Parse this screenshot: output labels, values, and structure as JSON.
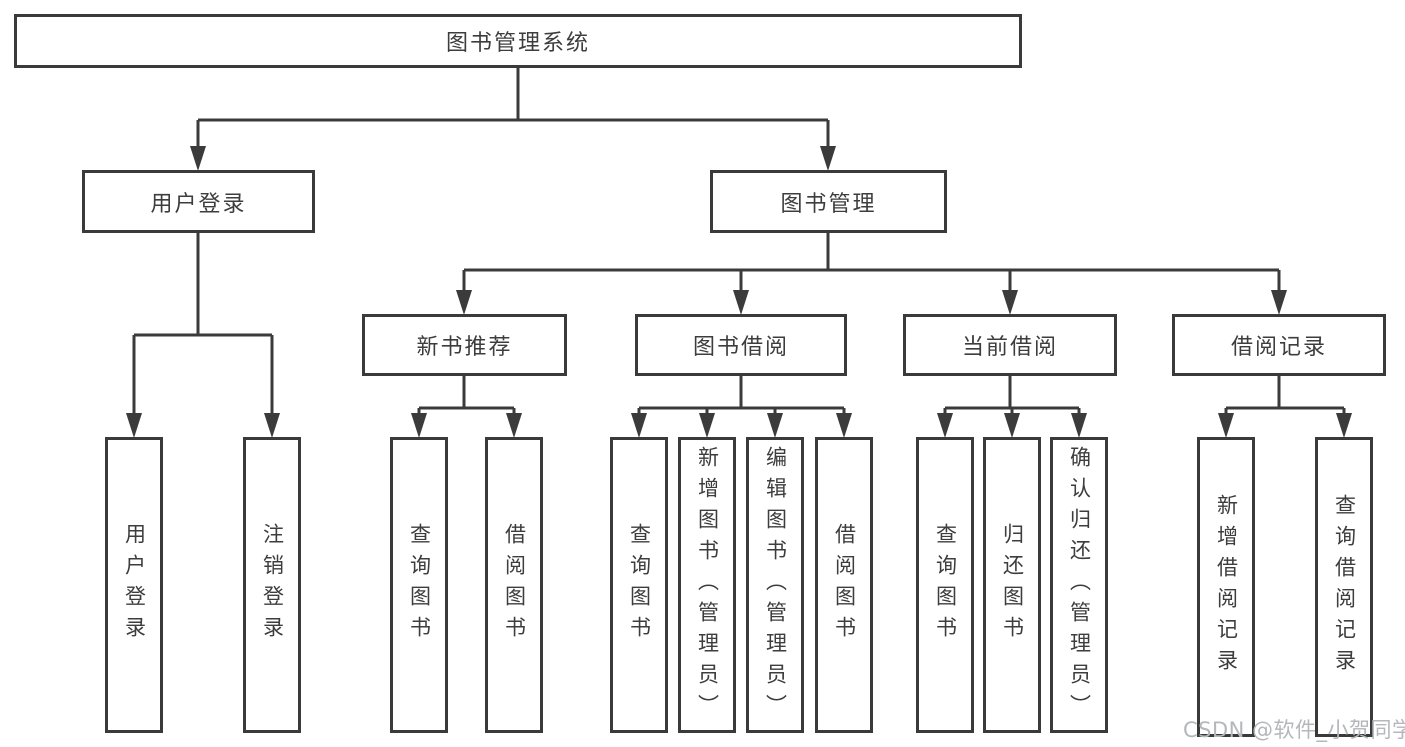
{
  "colors": {
    "line": "#3b3b3b",
    "box_border": "#3a3a3a",
    "box_fill": "#ffffff",
    "text": "#3d3d3d",
    "watermark": "#b4b7bb",
    "background": "#ffffff"
  },
  "tree": {
    "root": {
      "label": "图书管理系统"
    },
    "branches": [
      {
        "label": "用户登录",
        "children": [
          "用户登录",
          "注销登录"
        ]
      },
      {
        "label": "图书管理",
        "groups": [
          {
            "label": "新书推荐",
            "children": [
              "查询图书",
              "借阅图书"
            ]
          },
          {
            "label": "图书借阅",
            "children": [
              "查询图书",
              "新增图书（管理员）",
              "编辑图书（管理员）",
              "借阅图书"
            ]
          },
          {
            "label": "当前借阅",
            "children": [
              "查询图书",
              "归还图书",
              "确认归还（管理员）"
            ]
          },
          {
            "label": "借阅记录",
            "children": [
              "新增借阅记录",
              "查询借阅记录"
            ]
          }
        ]
      }
    ]
  },
  "watermark": {
    "text": "CSDN @软件_小贺同学"
  }
}
